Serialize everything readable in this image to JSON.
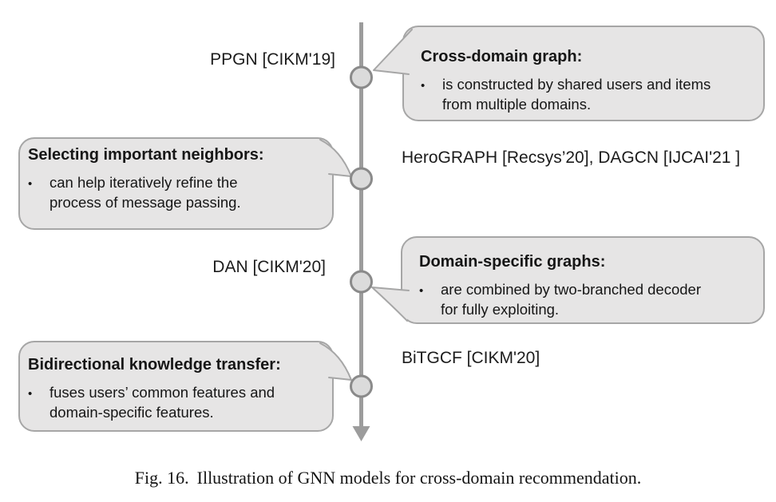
{
  "figure_caption": {
    "prefix": "Fig. 16.",
    "text": "Illustration of GNN models for cross-domain recommendation."
  },
  "colors": {
    "timeline_line": "#9C9C9C",
    "node_fill": "#DBDBDB",
    "node_stroke": "#8A8A8A",
    "bubble_fill": "#E6E5E5",
    "bubble_stroke": "#A6A6A6",
    "text": "#161616"
  },
  "timeline": {
    "bullet_char": "•",
    "events": [
      {
        "label": "PPGN [CIKM'19]",
        "callout": {
          "title": "Cross-domain graph:",
          "lines": [
            "is constructed by shared users and items",
            "from multiple domains."
          ]
        }
      },
      {
        "label": "HeroGRAPH [Recsys’20], DAGCN [IJCAI'21 ]",
        "callout": {
          "title": "Selecting important neighbors:",
          "lines": [
            "can help iteratively refine the",
            "process of message passing."
          ]
        }
      },
      {
        "label": "DAN [CIKM'20]",
        "callout": {
          "title": "Domain-specific graphs:",
          "lines": [
            "are combined by two-branched decoder",
            "for fully exploiting."
          ]
        }
      },
      {
        "label": "BiTGCF [CIKM'20]",
        "callout": {
          "title": "Bidirectional knowledge transfer:",
          "lines": [
            "fuses users’ common features and",
            "domain-specific features."
          ]
        }
      }
    ]
  }
}
